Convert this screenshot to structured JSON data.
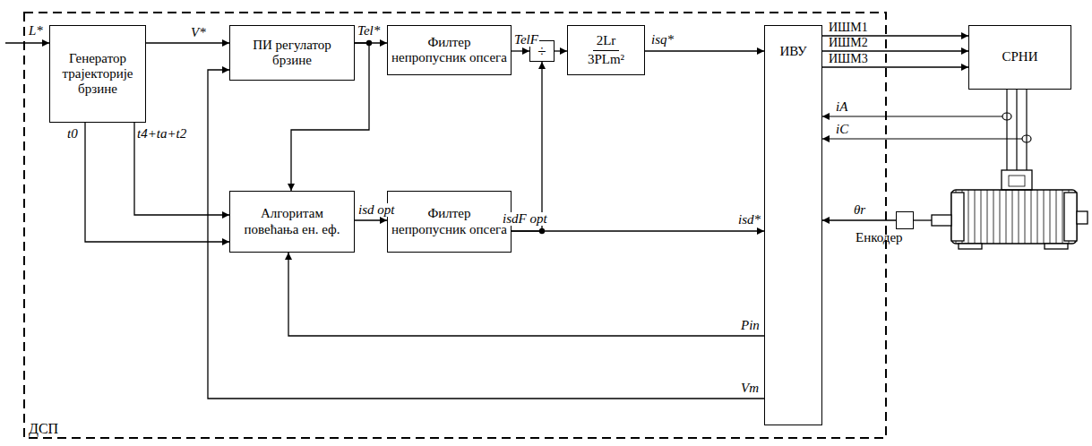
{
  "diagram": {
    "nodes": [
      {
        "text": [
          "ДСП"
        ]
      },
      {
        "text": [
          "Генератор трајекторије брзине"
        ],
        "in": 0
      },
      {
        "text": [
          "ПИ регулатор брзине"
        ],
        "in": 0
      },
      {
        "text": [
          "Филтер непропусник опсега"
        ],
        "in": 0
      },
      {
        "text": [
          "÷"
        ],
        "in": 0
      },
      {
        "text": [
          "2Lr",
          "3PLm²"
        ],
        "in": 0
      },
      {
        "text": [
          "ИВУ"
        ],
        "in": 0
      },
      {
        "text": [
          "Алгоритам повећања ен. еф."
        ],
        "in": 0
      },
      {
        "text": [
          "Филтер непропусник опсега"
        ],
        "in": 0
      },
      {
        "text": [
          "СРНИ"
        ]
      },
      {
        "text": [
          "Енкодер"
        ]
      }
    ],
    "edges": [
      {
        "from": 1,
        "to": 2,
        "arrow": "to",
        "label": "V*"
      },
      {
        "from": 2,
        "to": 3,
        "arrow": "to",
        "label": "Tel*"
      },
      {
        "from": 2,
        "to": 7,
        "arrow": "to"
      },
      {
        "from": 3,
        "to": 4,
        "arrow": "to",
        "label": "TelF"
      },
      {
        "from": 4,
        "to": 5,
        "arrow": "to"
      },
      {
        "from": 5,
        "to": 6,
        "arrow": "to",
        "label": "isq*"
      },
      {
        "from": 1,
        "to": 7,
        "arrow": "to",
        "label": "t0"
      },
      {
        "from": 1,
        "to": 7,
        "arrow": "to",
        "label": "t4+ta+t2"
      },
      {
        "from": 7,
        "to": 8,
        "arrow": "to",
        "label": "isd opt"
      },
      {
        "from": 8,
        "to": 6,
        "arrow": "to",
        "label": "isdF opt"
      },
      {
        "from": 8,
        "to": 4,
        "arrow": "to"
      },
      {
        "from": 6,
        "to": 7,
        "arrow": "to",
        "label": "Pin"
      },
      {
        "from": 6,
        "to": 2,
        "arrow": "to",
        "label": "Vm"
      },
      {
        "from": 6,
        "to": 9,
        "arrow": "to",
        "label": "ИШМ1"
      },
      {
        "from": 6,
        "to": 9,
        "arrow": "to",
        "label": "ИШМ2"
      },
      {
        "from": 6,
        "to": 9,
        "arrow": "to",
        "label": "ИШМ3"
      },
      {
        "from": 10,
        "to": 6,
        "arrow": "to",
        "label": "θr"
      }
    ],
    "labels": [
      "L*",
      "isd*",
      "iA",
      "iC"
    ]
  }
}
